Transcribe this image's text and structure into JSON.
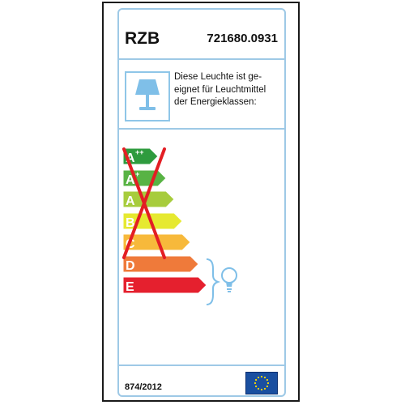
{
  "label": {
    "brand": "RZB",
    "model_number": "721680.0931",
    "description_lines": [
      "Diese Leuchte ist ge-",
      "eignet für Leuchtmittel",
      "der Energieklassen:"
    ],
    "regulation": "874/2012"
  },
  "energy_classes": [
    {
      "letter": "A",
      "sup": "++",
      "color": "#2e9b3e",
      "crossed": true
    },
    {
      "letter": "A",
      "sup": "+",
      "color": "#58b344",
      "crossed": true
    },
    {
      "letter": "A",
      "sup": "",
      "color": "#a7cc3c",
      "crossed": true
    },
    {
      "letter": "B",
      "sup": "",
      "color": "#e6e930",
      "crossed": true
    },
    {
      "letter": "C",
      "sup": "",
      "color": "#f7b93b",
      "crossed": true
    },
    {
      "letter": "D",
      "sup": "",
      "color": "#ef7a3a",
      "crossed": false
    },
    {
      "letter": "E",
      "sup": "",
      "color": "#e5202e",
      "crossed": false
    }
  ],
  "icons": {
    "lamp": "table-lamp-icon",
    "bulb": "light-bulb-icon",
    "cross": "cross-out-mark-icon",
    "flag": "eu-flag-icon"
  },
  "colors": {
    "frame": "#9ec9e6",
    "cross": "#e31e24",
    "icon_fill": "#7fbfe8"
  }
}
